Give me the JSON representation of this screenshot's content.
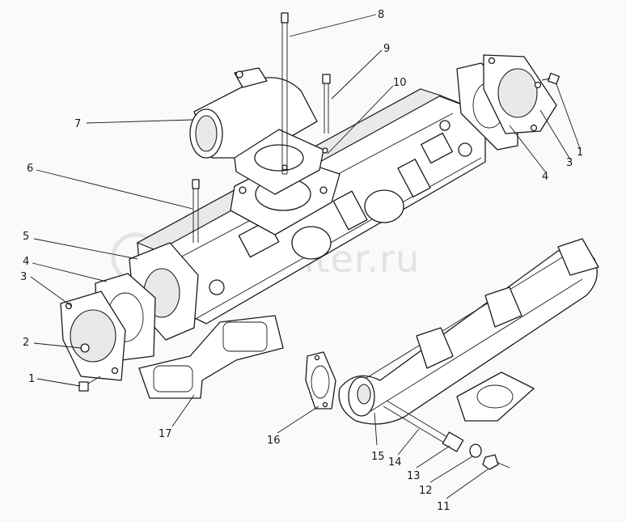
{
  "watermark": "autopiter.ru",
  "callouts": [
    {
      "id": "8",
      "label": "8"
    },
    {
      "id": "9",
      "label": "9"
    },
    {
      "id": "10",
      "label": "10"
    },
    {
      "id": "7",
      "label": "7"
    },
    {
      "id": "6",
      "label": "6"
    },
    {
      "id": "1r",
      "label": "1"
    },
    {
      "id": "3r",
      "label": "3"
    },
    {
      "id": "4r",
      "label": "4"
    },
    {
      "id": "5",
      "label": "5"
    },
    {
      "id": "4l",
      "label": "4"
    },
    {
      "id": "3l",
      "label": "3"
    },
    {
      "id": "2",
      "label": "2"
    },
    {
      "id": "1l",
      "label": "1"
    },
    {
      "id": "17",
      "label": "17"
    },
    {
      "id": "16",
      "label": "16"
    },
    {
      "id": "15",
      "label": "15"
    },
    {
      "id": "14",
      "label": "14"
    },
    {
      "id": "13",
      "label": "13"
    },
    {
      "id": "12",
      "label": "12"
    },
    {
      "id": "11",
      "label": "11"
    }
  ]
}
